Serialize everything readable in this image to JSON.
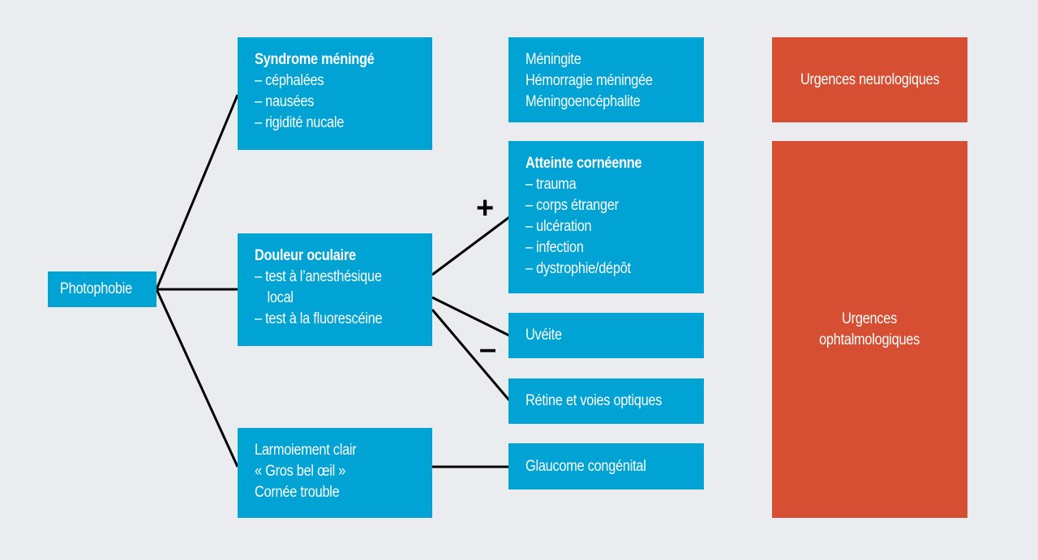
{
  "root": {
    "label": "Photophobie"
  },
  "symptoms": [
    {
      "title": "Syndrome méningé",
      "items": [
        "– céphalées",
        "– nausées",
        "– rigidité nucale"
      ]
    },
    {
      "title": "Douleur oculaire",
      "items": [
        "– test à l’anesthésique",
        "local",
        "– test à la fluorescéine"
      ]
    },
    {
      "title": "",
      "items": [
        "Larmoiement clair",
        "« Gros bel œil »",
        "Cornée trouble"
      ]
    }
  ],
  "diagnoses": [
    {
      "title": "",
      "items": [
        "Méningite",
        "Hémorragie méningée",
        "Méningoencéphalite"
      ]
    },
    {
      "title": "Atteinte cornéenne",
      "items": [
        "– trauma",
        "– corps étranger",
        "– ulcération",
        "– infection",
        "– dystrophie/dépôt"
      ]
    },
    {
      "title": "",
      "items": [
        "Uvéite"
      ]
    },
    {
      "title": "",
      "items": [
        "Rétine et voies optiques"
      ]
    },
    {
      "title": "",
      "items": [
        "Glaucome congénital"
      ]
    }
  ],
  "test_results": {
    "positive": "+",
    "negative": "–"
  },
  "emergencies": [
    {
      "label": "Urgences neurologiques"
    },
    {
      "line1": "Urgences",
      "line2": "ophtalmologiques"
    }
  ],
  "colors": {
    "background": "#ebecf0",
    "box_blue": "#00a3d3",
    "box_red": "#d64f33",
    "connector": "#000000"
  }
}
